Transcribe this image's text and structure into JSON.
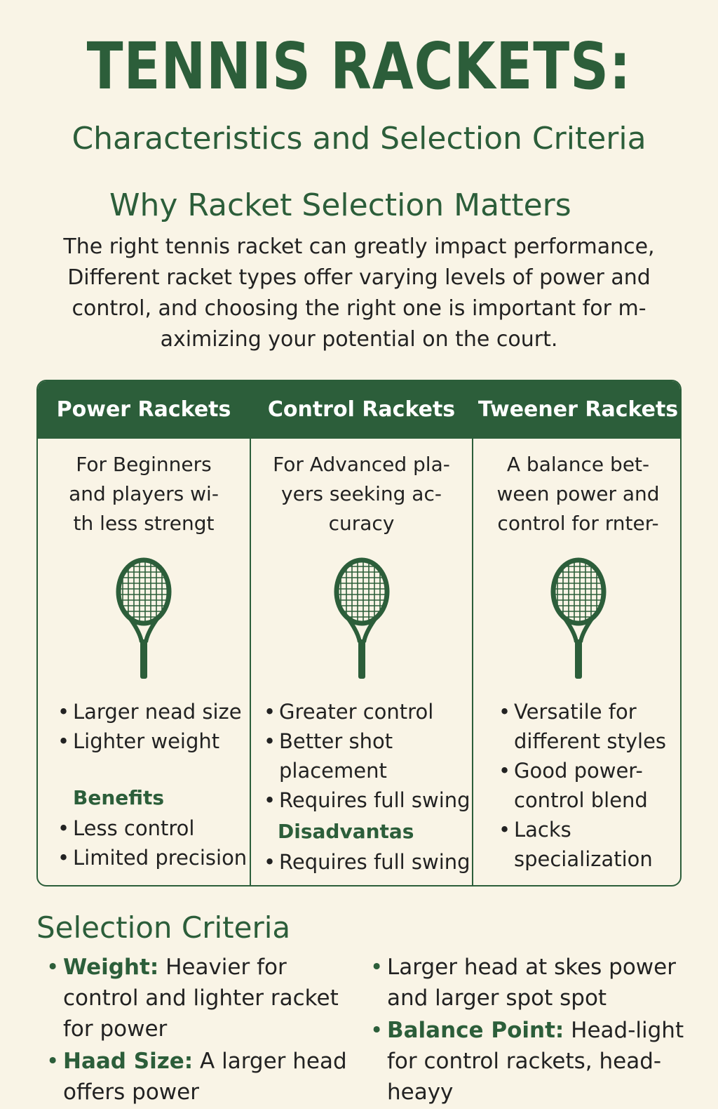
{
  "header": {
    "title": "TENNIS RACKETS:",
    "subtitle": "Characteristics and Selection Criteria"
  },
  "why": {
    "heading": "Why Racket Selection Matters",
    "body": "The right tennis racket can greatly impact performance, Different racket types offer varying levels of power and control, and choosing the right one is important for m-aximizing your potential on the court."
  },
  "columns": [
    {
      "title": "Power Rackets",
      "description": "For Beginners and players wi-th less strengt",
      "icon": "tennis-racket-icon",
      "features": [
        "Larger nead size",
        "Lighter weight"
      ],
      "section_label": "Benefits",
      "section_items": [
        "Less control",
        "Limited precision"
      ]
    },
    {
      "title": "Control Rackets",
      "description": "For Advanced pla-yers seeking ac-curacy",
      "icon": "tennis-racket-icon",
      "features": [
        "Greater control",
        "Better shot placement",
        "Requires full swing"
      ],
      "section_label": "Disadvantas",
      "section_items": [
        "Requires full swing"
      ]
    },
    {
      "title": "Tweener Rackets",
      "description": "A balance bet-ween power and control for rnter-",
      "icon": "tennis-racket-icon",
      "features": [
        "Versatile for different styles",
        "Good power-control blend",
        "Lacks specialization"
      ]
    }
  ],
  "selection": {
    "heading": "Selection Criteria",
    "left": [
      {
        "term": "Weight:",
        "text": " Heavier for control and lighter racket for power"
      },
      {
        "term": "Haad Size:",
        "text": " A larger head offers power"
      }
    ],
    "right": [
      {
        "term": "",
        "text": "Larger head at skes power and larger spot spot"
      },
      {
        "term": "Balance Point:",
        "text": " Head-light for control rackets, head-heayy"
      }
    ]
  },
  "colors": {
    "accent": "#2c5e3a",
    "background": "#f9f4e6"
  }
}
